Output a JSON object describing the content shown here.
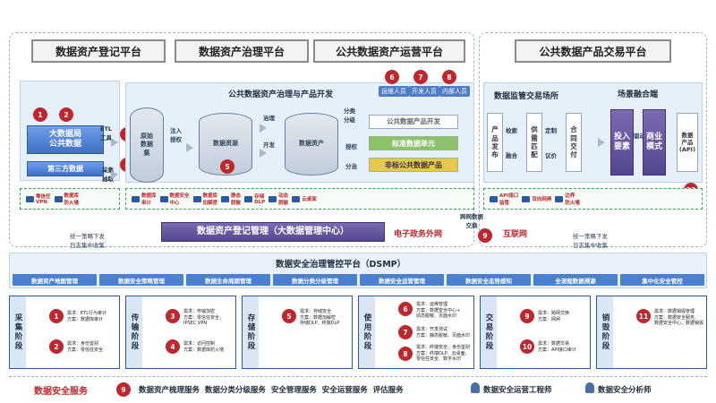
{
  "platforms": {
    "register": "数据资产登记平台",
    "govern": "数据资产治理平台",
    "operate": "公共数据资产运营平台",
    "trade": "公共数据产品交易平台"
  },
  "roles": {
    "ops": "运维人员",
    "dev": "开发人员",
    "internal": "内部人员"
  },
  "left": {
    "bigdata": "大数据局\n公共数据",
    "third": "第三方数据",
    "etl": "ETL\n工具",
    "collect": "采集\n抽取",
    "security_items": [
      "零信任\nVPN",
      "数据库\n防火墙"
    ]
  },
  "middle": {
    "title": "公共数据资产治理与产品开发",
    "inject": "注入\n授权",
    "raw": "原始\n数据\n集",
    "resource": "数据资源",
    "asset": "数据资产",
    "govern": "治理",
    "develop": "开发",
    "classify": "分类\n分级",
    "authorize": "授权",
    "split": "分治",
    "products": [
      "公共数据产品开发",
      "标准数据单元",
      "非标公共数据产品"
    ],
    "security_items": [
      "数据库\n审计",
      "数据安全\n中心",
      "数据库\n加解密",
      "静态\n脱敏",
      "存储\nDLP",
      "动态\n脱敏",
      "云桌面"
    ],
    "registry": "数据资产登记管理（大数据管理中心）",
    "egov": "电子政务外网",
    "cross": "跨网数据\n交换",
    "internet": "互联网"
  },
  "market": {
    "title": "数据监管交易场所",
    "scene": "场景融合端",
    "publish": "产品\n发布",
    "retrieve": "检索",
    "fuse": "融合",
    "supply": "供需\n匹配",
    "pricing": "定制",
    "price": "议价",
    "contract": "合同\n交付",
    "invest": "投入\n要素",
    "biz": "商业\n模式",
    "product": "数据\n产品\n(API)",
    "drive": "驱动",
    "security_items": [
      "API接口\n监管",
      "双向网闸",
      "边界\n防火墙"
    ]
  },
  "policy_left": "统一策略下发\n日志集中收集",
  "policy_right": "统一策略下发\n日志集中收集",
  "dsmp": {
    "title": "数据安全治理管控平台（DSMP）",
    "modules": [
      "数据资产地图管理",
      "数据安全策略管理",
      "数据生命周期管理",
      "数据分类分级管理",
      "数据安全运营管理",
      "数据安全态势感知",
      "全流程数据溯源",
      "集中化安全管控"
    ]
  },
  "phases": [
    {
      "label": "采集阶段",
      "items": [
        {
          "n": "1",
          "t": "需求：ETL行为审计\n方案：数据库审计"
        },
        {
          "n": "2",
          "t": "需求：身份鉴别\n方案：零信任安全"
        }
      ]
    },
    {
      "label": "传输阶段",
      "items": [
        {
          "n": "3",
          "t": "需求：传输加密\n方案：零信任安全，\nIPSEC VPN"
        },
        {
          "n": "4",
          "t": "需求：访问控制\n方案：数据库防火墙"
        }
      ]
    },
    {
      "label": "存储阶段",
      "items": [
        {
          "n": "5",
          "t": "需求：存储安全\n方案：数据加解密\n存储DLP、终端DLP"
        }
      ]
    },
    {
      "label": "使用阶段",
      "items": [
        {
          "n": "6",
          "t": "需求：运维管理\n方案：数据安全中心+\n动态脱敏、页面水印"
        },
        {
          "n": "7",
          "t": "需求：开发测试\n方案：静态脱敏、页面水印"
        },
        {
          "n": "8",
          "t": "需求：终端安全、身份鉴别\n方案：终端DLP、云桌面、\n零信任安全、数字水印"
        }
      ]
    },
    {
      "label": "交易阶段",
      "items": [
        {
          "n": "9",
          "t": "需求：跨网交换\n方案：网闸"
        },
        {
          "n": "10",
          "t": "需求：数据交易\n方案：API接口审计"
        }
      ]
    },
    {
      "label": "销毁阶段",
      "items": [
        {
          "n": "11",
          "t": "需求：数据销毁管理\n方案：数据安全服务、\n数据安全中心、数据销毁"
        }
      ]
    }
  ],
  "services": {
    "label": "数据安全服务",
    "num": "9",
    "list": "数据资产梳理服务  数据分类分级服务  安全管理服务  安全运营服务  评估服务",
    "eng": "数据安全运营工程师",
    "ana": "数据安全分析师"
  },
  "nums": [
    "1",
    "2",
    "3",
    "4",
    "5",
    "6",
    "7",
    "8",
    "9",
    "10",
    "11"
  ],
  "colors": {
    "red": "#c0272d",
    "blue": "#4a80cf",
    "purple": "#534590",
    "green": "#7fb35a",
    "yellow": "#e8c84a"
  }
}
